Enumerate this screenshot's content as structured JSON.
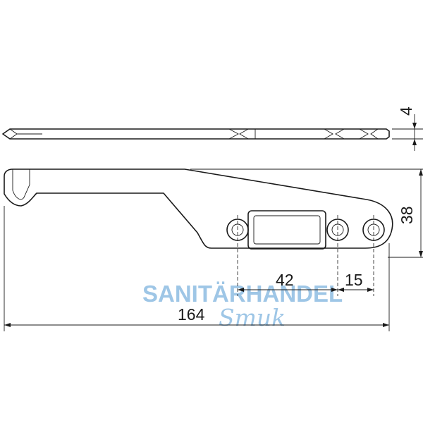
{
  "drawing": {
    "dimensions": {
      "thickness": "4",
      "height": "38",
      "hole_spacing_a": "42",
      "hole_spacing_b": "15",
      "overall_length": "164"
    }
  },
  "watermark": {
    "line1": "SANITÄRHANDEL",
    "line2": "Smuk",
    "color": "#9ec6e6"
  }
}
